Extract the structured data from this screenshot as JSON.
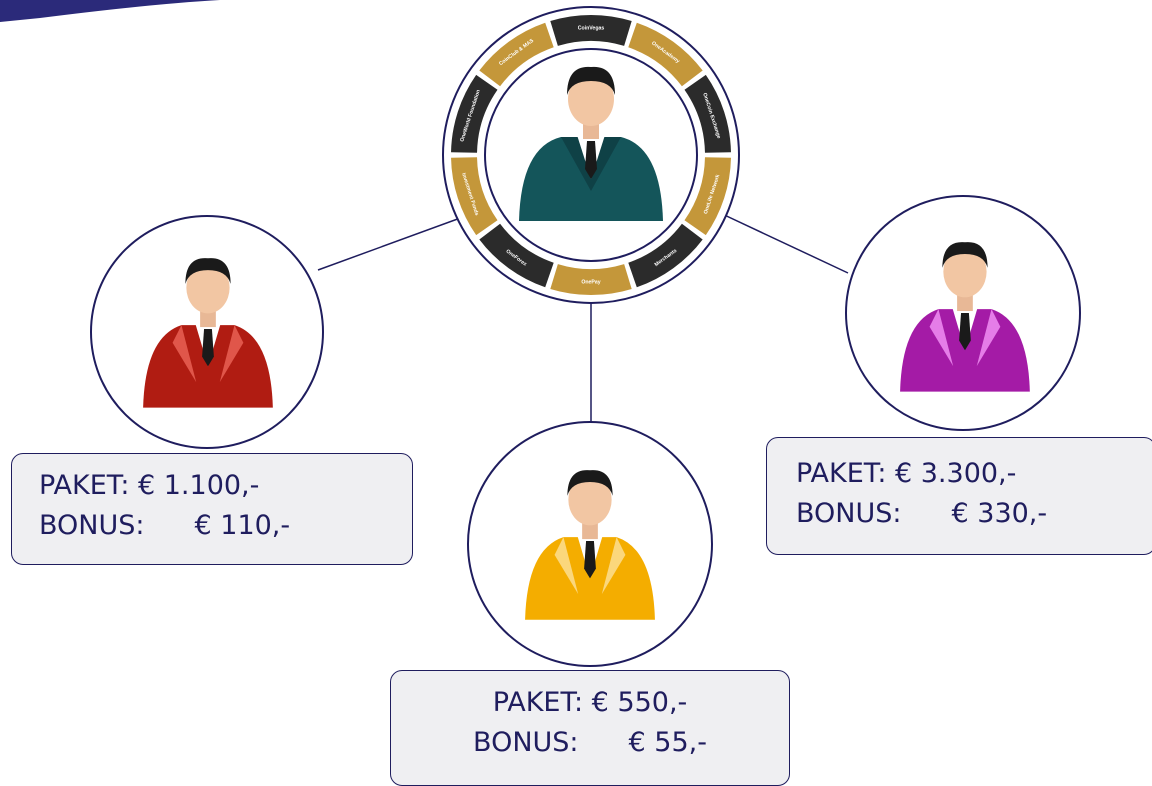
{
  "colors": {
    "outline": "#1f1d5e",
    "box_fill": "#efeff2",
    "center_suit": "#14555a",
    "left_suit": "#b01c12",
    "bottom_suit": "#f4ad00",
    "right_suit": "#a41ba6",
    "ring_gold": "#c4973a",
    "ring_dark": "#2b2b2b"
  },
  "center": {
    "ring_labels": [
      "CoinVegas",
      "OneAcademy",
      "OneCoin Exchange",
      "OneLife Network",
      "Merchants",
      "OnePay",
      "OneForex",
      "Investment Funds",
      "OneWorld Foundation",
      "CoinClub & MAS"
    ]
  },
  "members": {
    "left": {
      "paket": "PAKET: € 1.100,-",
      "bonus_label": "BONUS:",
      "bonus_value": "€ 110,-"
    },
    "bottom": {
      "paket": "PAKET: € 550,-",
      "bonus_label": "BONUS:",
      "bonus_value": "€ 55,-"
    },
    "right": {
      "paket": "PAKET: € 3.300,-",
      "bonus_label": "BONUS:",
      "bonus_value": "€ 330,-"
    }
  },
  "icons": [
    "businessman-icon"
  ]
}
